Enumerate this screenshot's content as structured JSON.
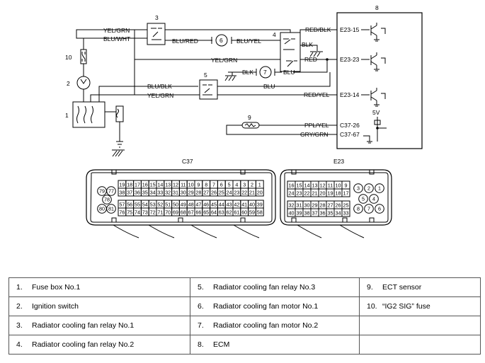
{
  "components": {
    "c1": "1",
    "c2": "2",
    "c3": "3",
    "c4": "4",
    "c5": "5",
    "c6": "6",
    "c7": "7",
    "c8": "8",
    "c9": "9",
    "c10": "10"
  },
  "wires": {
    "yel_grn_top": "YEL/GRN",
    "blu_wht": "BLU/WHT",
    "blu_red": "BLU/RED",
    "blu_yel": "BLU/YEL",
    "red_blk": "RED/BLK",
    "blk_relay4": "BLK",
    "yel_grn_mid": "YEL/GRN",
    "red": "RED",
    "blk_motor7": "BLK",
    "blu_motor7": "BLU",
    "blu_blk": "BLU/BLK",
    "blu_long": "BLU",
    "yel_grn_low": "YEL/GRN",
    "red_yel": "RED/YEL",
    "ppl_yel": "PPL/YEL",
    "gry_grn": "GRY/GRN"
  },
  "terminals": {
    "e23_15": "E23-15",
    "e23_23": "E23-23",
    "e23_14": "E23-14",
    "c37_26": "C37-26",
    "c37_67": "C37-67",
    "v5": "5V"
  },
  "connectors": {
    "c37": {
      "name": "C37",
      "row1": [
        "19",
        "18",
        "17",
        "16",
        "15",
        "14",
        "13",
        "12",
        "11",
        "10",
        "9",
        "8",
        "7",
        "6",
        "5",
        "4",
        "3",
        "2",
        "1"
      ],
      "row2": [
        "38",
        "37",
        "36",
        "35",
        "34",
        "33",
        "32",
        "31",
        "30",
        "29",
        "28",
        "27",
        "26",
        "25",
        "24",
        "23",
        "22",
        "21",
        "20"
      ],
      "row3": [
        "57",
        "56",
        "55",
        "54",
        "53",
        "52",
        "51",
        "50",
        "49",
        "48",
        "47",
        "46",
        "45",
        "44",
        "43",
        "42",
        "41",
        "40",
        "39"
      ],
      "row4": [
        "76",
        "75",
        "74",
        "73",
        "72",
        "71",
        "70",
        "69",
        "68",
        "67",
        "66",
        "65",
        "64",
        "63",
        "62",
        "61",
        "60",
        "59",
        "58"
      ],
      "round": [
        "79",
        "77",
        "78",
        "80",
        "81"
      ]
    },
    "e23": {
      "name": "E23",
      "row1": [
        "16",
        "15",
        "14",
        "13",
        "12",
        "11",
        "10",
        "9"
      ],
      "row2": [
        "24",
        "23",
        "22",
        "21",
        "20",
        "19",
        "18",
        "17"
      ],
      "row3": [
        "32",
        "31",
        "30",
        "29",
        "28",
        "27",
        "26",
        "25"
      ],
      "row4": [
        "40",
        "39",
        "38",
        "37",
        "36",
        "35",
        "34",
        "33"
      ],
      "round": [
        "3",
        "2",
        "1",
        "5",
        "4",
        "8",
        "7",
        "6"
      ]
    }
  },
  "legend": [
    [
      {
        "n": "1.",
        "t": "Fuse box No.1"
      },
      {
        "n": "5.",
        "t": "Radiator cooling fan relay No.3"
      },
      {
        "n": "9.",
        "t": "ECT sensor"
      }
    ],
    [
      {
        "n": "2.",
        "t": "Ignition switch"
      },
      {
        "n": "6.",
        "t": "Radiator cooling fan motor No.1"
      },
      {
        "n": "10.",
        "t": "“IG2 SIG” fuse"
      }
    ],
    [
      {
        "n": "3.",
        "t": "Radiator cooling fan relay No.1"
      },
      {
        "n": "7.",
        "t": "Radiator cooling fan motor No.2"
      },
      {
        "n": "",
        "t": ""
      }
    ],
    [
      {
        "n": "4.",
        "t": "Radiator cooling fan relay No.2"
      },
      {
        "n": "8.",
        "t": "ECM"
      },
      {
        "n": "",
        "t": ""
      }
    ]
  ]
}
